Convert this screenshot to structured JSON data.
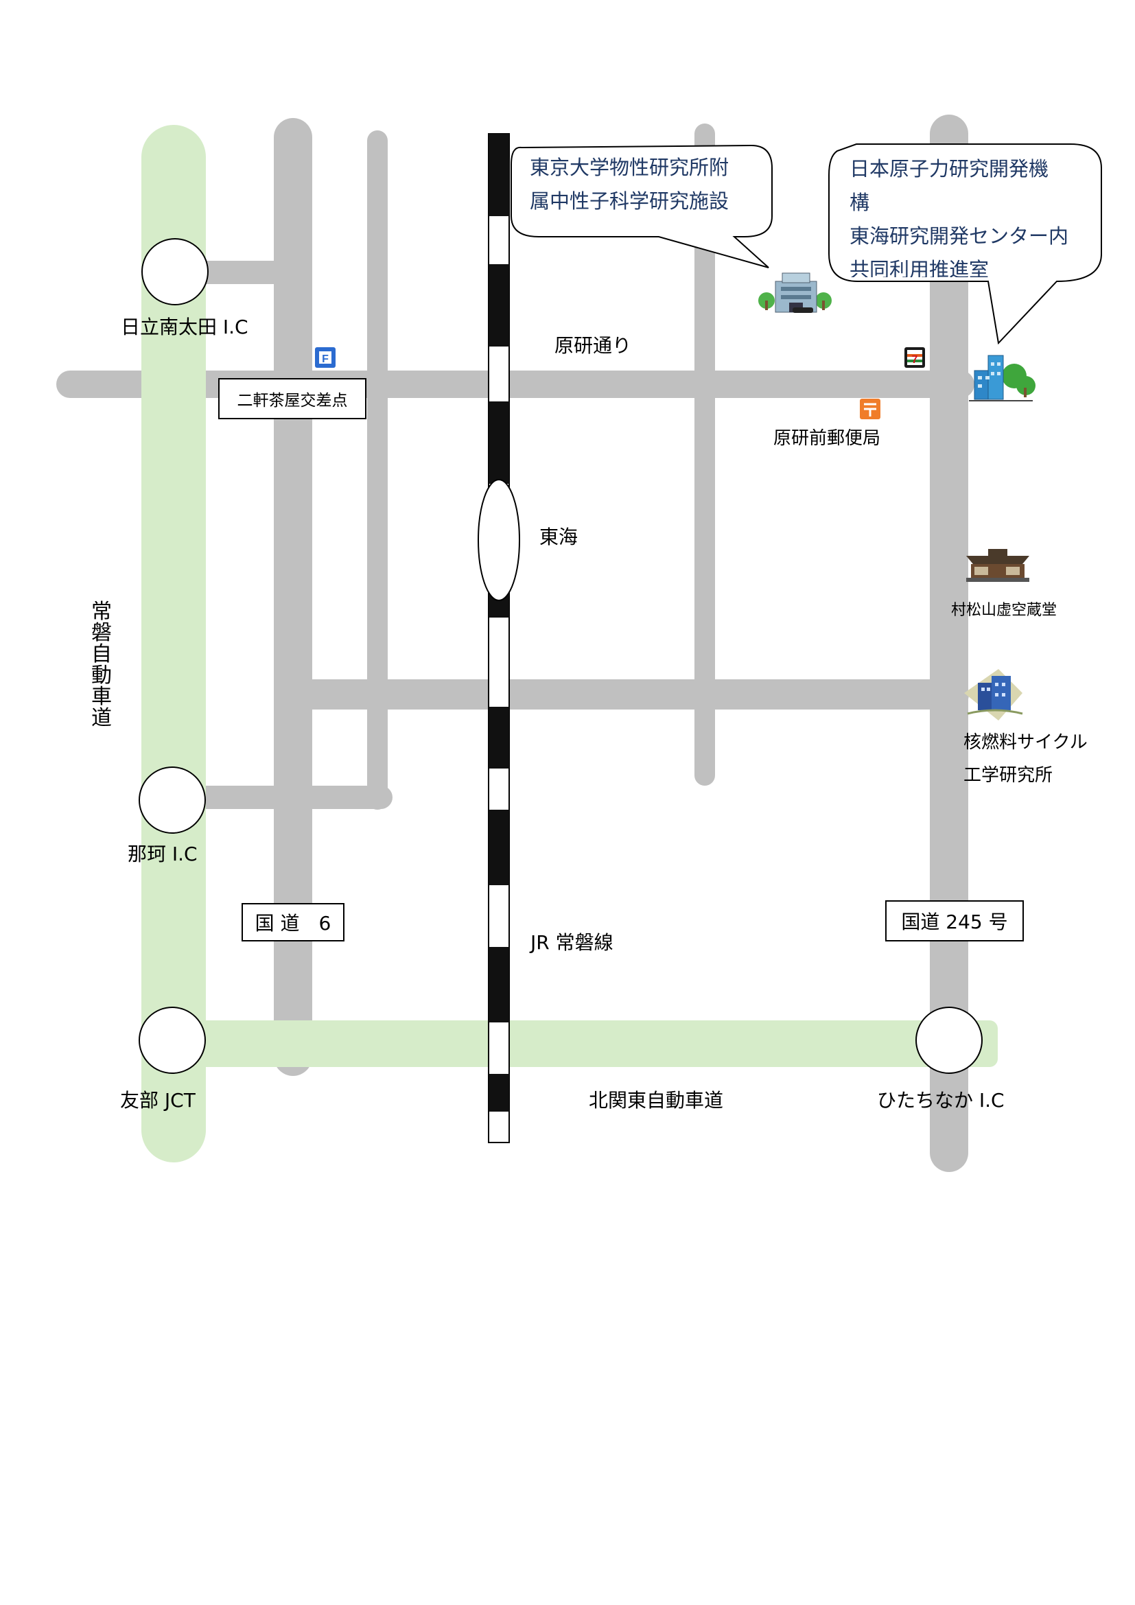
{
  "labels": {
    "hitachi_minami_ota_ic": "日立南太田 I.C",
    "naka_ic": "那珂 I.C",
    "tomobe_jct": "友部 JCT",
    "hitachinaka_ic": "ひたちなか I.C",
    "kitakanto_expressway": "北関東自動車道",
    "jr_joban_line": "JR 常磐線",
    "tokai_station": "東海",
    "genken_dori": "原研通り",
    "genken_mae_post_office": "原研前郵便局",
    "muramatsu_kokuzo_do": "村松山虚空蔵堂",
    "nuclear_fuel_cycle_line1": "核燃料サイクル",
    "nuclear_fuel_cycle_line2": "工学研究所",
    "joban_expressway": "常磐自動車道"
  },
  "boxes": {
    "nikenchaya_intersection": "二軒茶屋交差点",
    "route6": "国 道　6",
    "route245": "国道 245 号"
  },
  "callouts": {
    "issp_line1": "東京大学物性研究所附",
    "issp_line2": "属中性子科学研究施設",
    "jaea_line1": "日本原子力研究開発機",
    "jaea_line2": "構",
    "jaea_line3": "東海研究開発センター内",
    "jaea_line4": "共同利用推進室"
  },
  "icons": {
    "family_mart": "F",
    "seven_eleven": "7"
  },
  "colors": {
    "road": "#c0c0c0",
    "expressway": "#d6ecc9",
    "callout_text": "#1f3864",
    "post_office": "#f07d2a",
    "family_mart": "#2b6bd0"
  }
}
